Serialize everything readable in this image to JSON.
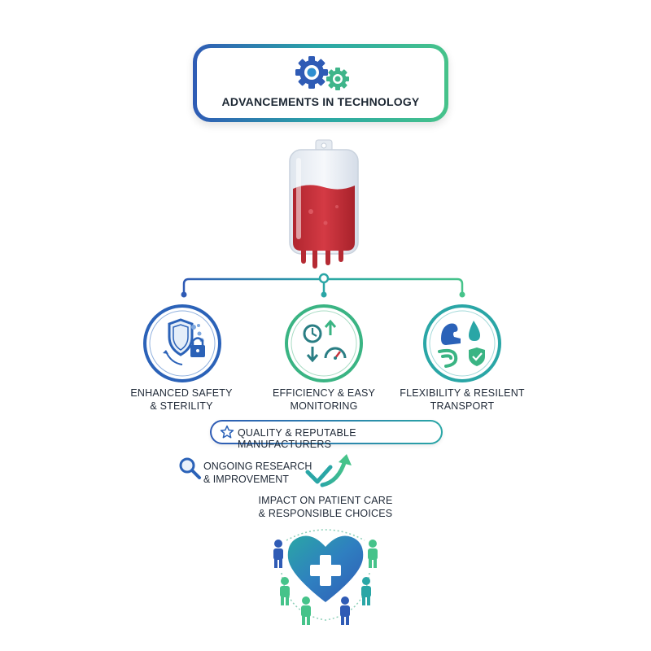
{
  "header": {
    "title": "ADVANCEMENTS IN TECHNOLOGY",
    "icon": "gears-icon"
  },
  "center": {
    "icon": "blood-bag-icon"
  },
  "pillars": [
    {
      "label_line1": "ENHANCED SAFETY",
      "label_line2": "& STERILITY",
      "icon": "shield-lock-icon"
    },
    {
      "label_line1": "EFFICIENCY & EASY",
      "label_line2": "MONITORING",
      "icon": "clock-gauge-icon"
    },
    {
      "label_line1": "FLEXIBILITY & RESILENT",
      "label_line2": "TRANSPORT",
      "icon": "flexible-transport-icon"
    }
  ],
  "quality": {
    "label": "QUALITY & REPUTABLE MANUFACTURERS",
    "icon": "star-icon"
  },
  "research": {
    "label_line1": "ONGOING RESEARCH",
    "label_line2": "& IMPROVEMENT",
    "icon": "magnifier-icon"
  },
  "impact": {
    "label_line1": "IMPACT ON PATIENT CARE",
    "label_line2": "& RESPONSIBLE CHOICES",
    "icon": "checkmark-arrow-icon"
  },
  "care": {
    "icon": "heart-medical-cross-icon"
  },
  "colors": {
    "blue": "#2f5bb5",
    "teal": "#2aa6a6",
    "green": "#46c38a",
    "blood": "#c8323c"
  }
}
